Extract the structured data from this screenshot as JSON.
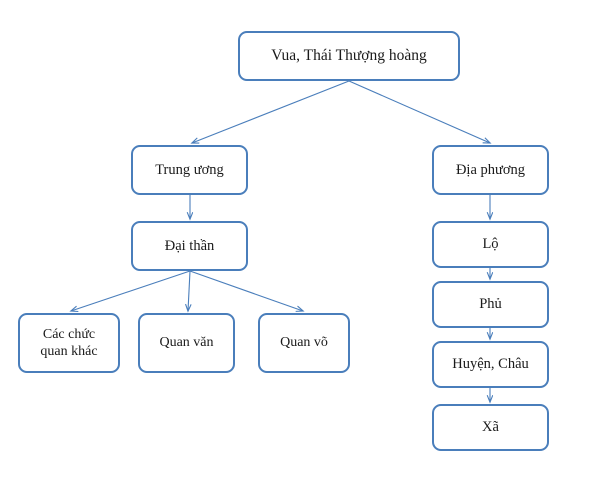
{
  "diagram": {
    "type": "organizational-hierarchy-chart",
    "background_color": "#ffffff",
    "box_border_color": "#4a7ebb",
    "connector_color": "#4a7ebb",
    "text_color": "#1a1a1a",
    "nodes": {
      "king": {
        "label": "Vua, Thái Thượng hoàng",
        "level": 1
      },
      "central": {
        "label": "Trung ương",
        "level": 2
      },
      "local": {
        "label": "Địa phương",
        "level": 2
      },
      "mandarin": {
        "label": "Đại thần",
        "level": 3
      },
      "other_officials": {
        "label": "Các chức\nquan khác",
        "level": 4
      },
      "civil_officials": {
        "label": "Quan văn",
        "level": 4
      },
      "military_officials": {
        "label": "Quan võ",
        "level": 4
      },
      "lo": {
        "label": "Lộ",
        "level": 3
      },
      "phu": {
        "label": "Phủ",
        "level": 4
      },
      "huyen_chau": {
        "label": "Huyện, Châu",
        "level": 5
      },
      "xa": {
        "label": "Xã",
        "level": 6
      }
    },
    "edges": [
      {
        "from": "king",
        "to": "central"
      },
      {
        "from": "king",
        "to": "local"
      },
      {
        "from": "central",
        "to": "mandarin"
      },
      {
        "from": "mandarin",
        "to": "other_officials"
      },
      {
        "from": "mandarin",
        "to": "civil_officials"
      },
      {
        "from": "mandarin",
        "to": "military_officials"
      },
      {
        "from": "local",
        "to": "lo"
      },
      {
        "from": "lo",
        "to": "phu"
      },
      {
        "from": "phu",
        "to": "huyen_chau"
      },
      {
        "from": "huyen_chau",
        "to": "xa"
      }
    ]
  }
}
